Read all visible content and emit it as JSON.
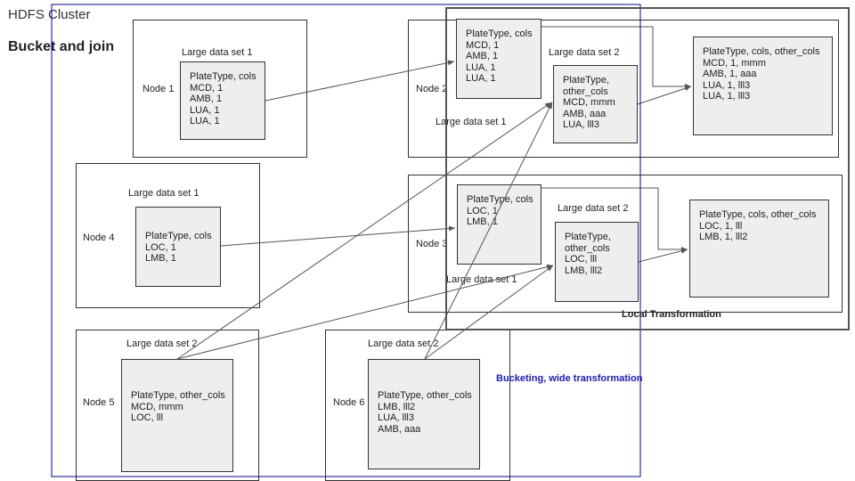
{
  "page": {
    "title": "HDFS Cluster",
    "subtitle": "Bucket and join"
  },
  "labels": {
    "local_transformation": "Local Transformation",
    "bucketing": "Bucketing, wide transformation"
  },
  "nodes": {
    "node1": {
      "name": "Node 1",
      "set_label": "Large data set 1",
      "lines": [
        "PlateType, cols",
        "MCD, 1",
        "AMB, 1",
        "LUA, 1",
        "LUA, 1"
      ]
    },
    "node2": {
      "name": "Node 2",
      "set1_label": "Large data set 1",
      "set2_label": "Large data set 2",
      "box1_lines": [
        "PlateType, cols",
        "MCD, 1",
        "AMB, 1",
        "LUA, 1",
        "LUA, 1"
      ],
      "box2_lines": [
        "PlateType,",
        "other_cols",
        "MCD, mmm",
        "AMB, aaa",
        "LUA, lll3"
      ],
      "result_lines": [
        "PlateType, cols, other_cols",
        "MCD, 1, mmm",
        "AMB, 1, aaa",
        "LUA, 1, lll3",
        "LUA, 1, lll3"
      ]
    },
    "node3": {
      "name": "Node 3",
      "set1_label": "Large data set 1",
      "set2_label": "Large data set 2",
      "box1_lines": [
        "PlateType, cols",
        "LOC, 1",
        "LMB, 1"
      ],
      "box2_lines": [
        "PlateType,",
        "other_cols",
        "LOC, lll",
        "LMB, lll2"
      ],
      "result_lines": [
        "PlateType, cols, other_cols",
        "LOC, 1, lll",
        "LMB, 1, lll2"
      ]
    },
    "node4": {
      "name": "Node 4",
      "set_label": "Large data set 1",
      "lines": [
        "PlateType, cols",
        "LOC, 1",
        "LMB, 1"
      ]
    },
    "node5": {
      "name": "Node 5",
      "set_label": "Large data set 2",
      "lines": [
        "PlateType, other_cols",
        "MCD, mmm",
        "LOC, lll"
      ]
    },
    "node6": {
      "name": "Node 6",
      "set_label": "Large data set 2",
      "lines": [
        "PlateType, other_cols",
        "LMB, lll2",
        "LUA, lll3",
        "AMB, aaa"
      ]
    }
  },
  "colors": {
    "blue_region": "#0000aa",
    "local_region": "#555555",
    "box_fill": "#eeeeee",
    "arrow": "#555555"
  }
}
